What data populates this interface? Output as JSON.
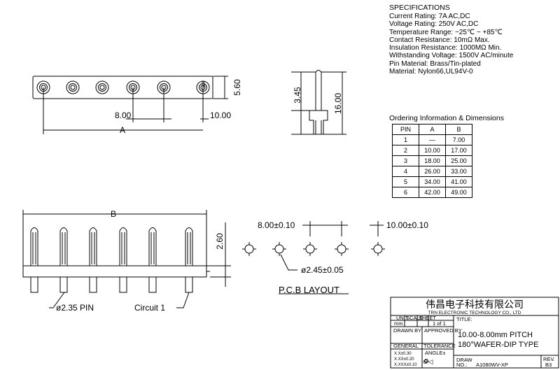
{
  "specs": {
    "title": "SPECIFICATIONS",
    "items": [
      "Current Rating: 7A AC,DC",
      "Voltage Rating: 250V AC,DC",
      "Temperature Range: −25℃ ~ +85℃",
      "Contact Resistance: 10mΩ Max.",
      "Insulation Resistance: 1000MΩ Min.",
      "Withstanding Voltage: 1500V AC/minute",
      "Pin Material: Brass/Tin-plated",
      "Material: Nylon66,UL94V-0"
    ]
  },
  "ordering": {
    "title": "Ordering Information & Dimensions",
    "headers": [
      "PIN",
      "A",
      "B"
    ],
    "rows": [
      [
        "1",
        "—",
        "7.00"
      ],
      [
        "2",
        "10.00",
        "17.00"
      ],
      [
        "3",
        "18.00",
        "25.00"
      ],
      [
        "4",
        "26.00",
        "33.00"
      ],
      [
        "5",
        "34.00",
        "41.00"
      ],
      [
        "6",
        "42.00",
        "49.00"
      ]
    ]
  },
  "top_view": {
    "dim_pitch": "8.00",
    "dim_end": "10.00",
    "dim_a": "A",
    "dim_height": "5.60",
    "marker": "HR"
  },
  "side_view": {
    "dim_upper": "3.45",
    "dim_total": "16.00"
  },
  "front_view": {
    "dim_b": "B",
    "dim_height": "2.60",
    "label_pin": "ø2.35 PIN",
    "label_circuit": "Circuit 1"
  },
  "pcb": {
    "dim_pitch": "8.00±0.10",
    "dim_end": "10.00±0.10",
    "dim_hole": "ø2.45±0.05",
    "title": "P.C.B LAYOUT"
  },
  "title_block": {
    "company_cn": "伟昌电子科技有限公司",
    "company_en": "TRN ELECTRONIC TECHNOLOGY CO., LTD",
    "title_label": "TITLE:",
    "title_line1": "10.00-8.00mm PITCH",
    "title_line2": "180°WAFER-DIP TYPE",
    "unit_label": "UNIT",
    "unit_value": "mm",
    "scale_label": "SCALE",
    "sheet_label": "SHEET",
    "sheet_value": "1 of 1",
    "drawn_label": "DRAWN BY",
    "approved_label": "APPROVED BY",
    "general_label": "GENERAL",
    "tolerance_label": "TOLERANCE",
    "tol1": "X.X±0.30",
    "tol2": "X.XX±0.20",
    "tol3": "X.XXX±0.10",
    "angle_label": "ANGLE±",
    "draw_label": "DRAW",
    "draw_no_label": "NO.:",
    "draw_no": "A1080WV-XP",
    "rev_label": "REV.",
    "rev_value": "B3"
  }
}
